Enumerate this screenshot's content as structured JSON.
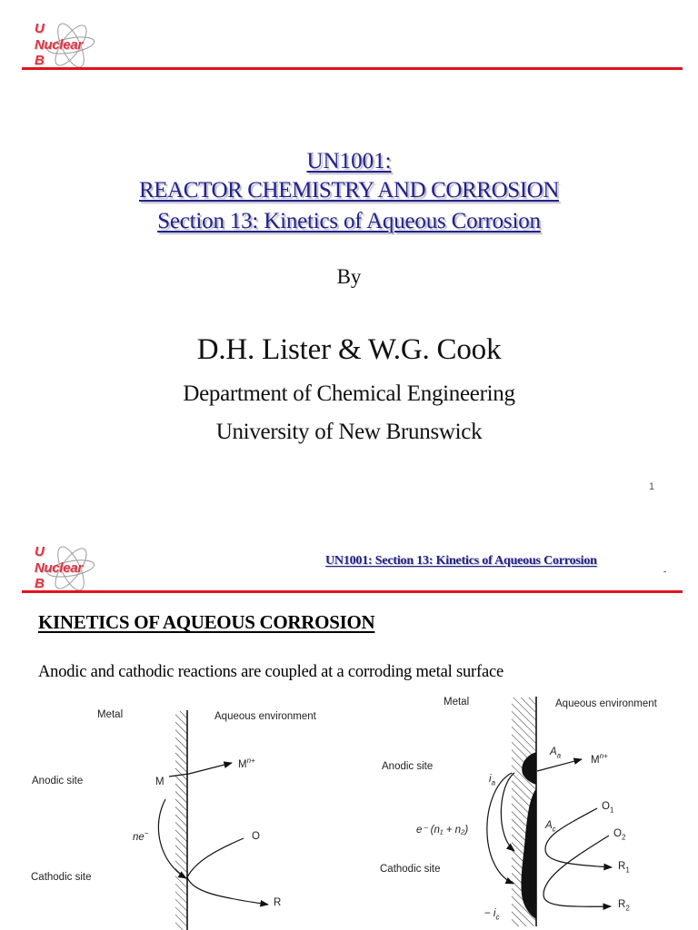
{
  "slide1": {
    "logo": {
      "line1": "U",
      "line2": "Nuclear",
      "line3": "B",
      "icon": "atom-icon"
    },
    "title_lines": [
      "UN1001:",
      "REACTOR CHEMISTRY AND CORROSION",
      "Section 13: Kinetics of Aqueous Corrosion"
    ],
    "by_label": "By",
    "authors": "D.H. Lister & W.G. Cook",
    "department": "Department of Chemical Engineering",
    "university": "University of New Brunswick",
    "page_number": "1",
    "colors": {
      "title": "#222288",
      "rule": "#e0141c",
      "logo": "#d33a48"
    }
  },
  "slide2": {
    "logo": {
      "line1": "U",
      "line2": "Nuclear",
      "line3": "B",
      "icon": "atom-icon"
    },
    "header_title": "UN1001: Section 13: Kinetics of Aqueous Corrosion",
    "header_mark": "-",
    "section_heading": "KINETICS OF AQUEOUS CORROSION",
    "intro_text": "Anodic and cathodic reactions are coupled at a corroding metal surface",
    "diagram_left": {
      "metal_label": "Metal",
      "env_label": "Aqueous environment",
      "anodic_label": "Anodic site",
      "cathodic_label": "Cathodic site",
      "metal_symbol": "M",
      "ion_base": "M",
      "ion_sup": "n+",
      "electron_base": "ne",
      "electron_sup": "−",
      "oxidant": "O",
      "reductant": "R"
    },
    "diagram_right": {
      "metal_label": "Metal",
      "env_label": "Aqueous environment",
      "anodic_label": "Anodic site",
      "cathodic_label": "Cathodic site",
      "anodic_current_base": "i",
      "anodic_current_sub": "a",
      "anodic_area_base": "A",
      "anodic_area_sub": "a",
      "ion_base": "M",
      "ion_sup": "n+",
      "electron_label": "e⁻ (n₁ + n₂)",
      "cathodic_area_base": "A",
      "cathodic_area_sub": "c",
      "cathodic_current_prefix": "− ",
      "cathodic_current_base": "i",
      "cathodic_current_sub": "c",
      "oxidant1_base": "O",
      "oxidant1_sub": "1",
      "oxidant2_base": "O",
      "oxidant2_sub": "2",
      "reductant1_base": "R",
      "reductant1_sub": "1",
      "reductant2_base": "R",
      "reductant2_sub": "2"
    }
  }
}
